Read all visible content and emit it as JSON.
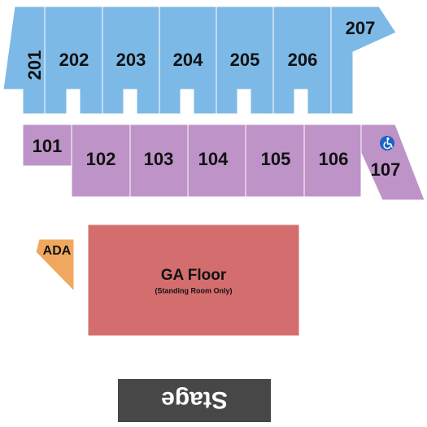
{
  "colors": {
    "upper_level": "#7db9e6",
    "lower_level": "#be93c8",
    "ada_area": "#f0a860",
    "ga_floor": "#d46e6e",
    "stage": "#474747",
    "accessibility_badge": "#1c64c3",
    "text": "#111111",
    "stage_text": "#ffffff"
  },
  "upper_sections": [
    {
      "id": "201",
      "label": "201"
    },
    {
      "id": "202",
      "label": "202"
    },
    {
      "id": "203",
      "label": "203"
    },
    {
      "id": "204",
      "label": "204"
    },
    {
      "id": "205",
      "label": "205"
    },
    {
      "id": "206",
      "label": "206"
    },
    {
      "id": "207",
      "label": "207"
    }
  ],
  "lower_sections": [
    {
      "id": "101",
      "label": "101"
    },
    {
      "id": "102",
      "label": "102"
    },
    {
      "id": "103",
      "label": "103"
    },
    {
      "id": "104",
      "label": "104"
    },
    {
      "id": "105",
      "label": "105"
    },
    {
      "id": "106",
      "label": "106"
    },
    {
      "id": "107",
      "label": "107"
    }
  ],
  "ada": {
    "label": "ADA"
  },
  "ga_floor": {
    "label": "GA Floor",
    "note": "(Standing Room Only)"
  },
  "stage": {
    "label": "Stage",
    "orientation": "upside-down"
  },
  "icons": {
    "accessibility": "wheelchair-icon"
  }
}
